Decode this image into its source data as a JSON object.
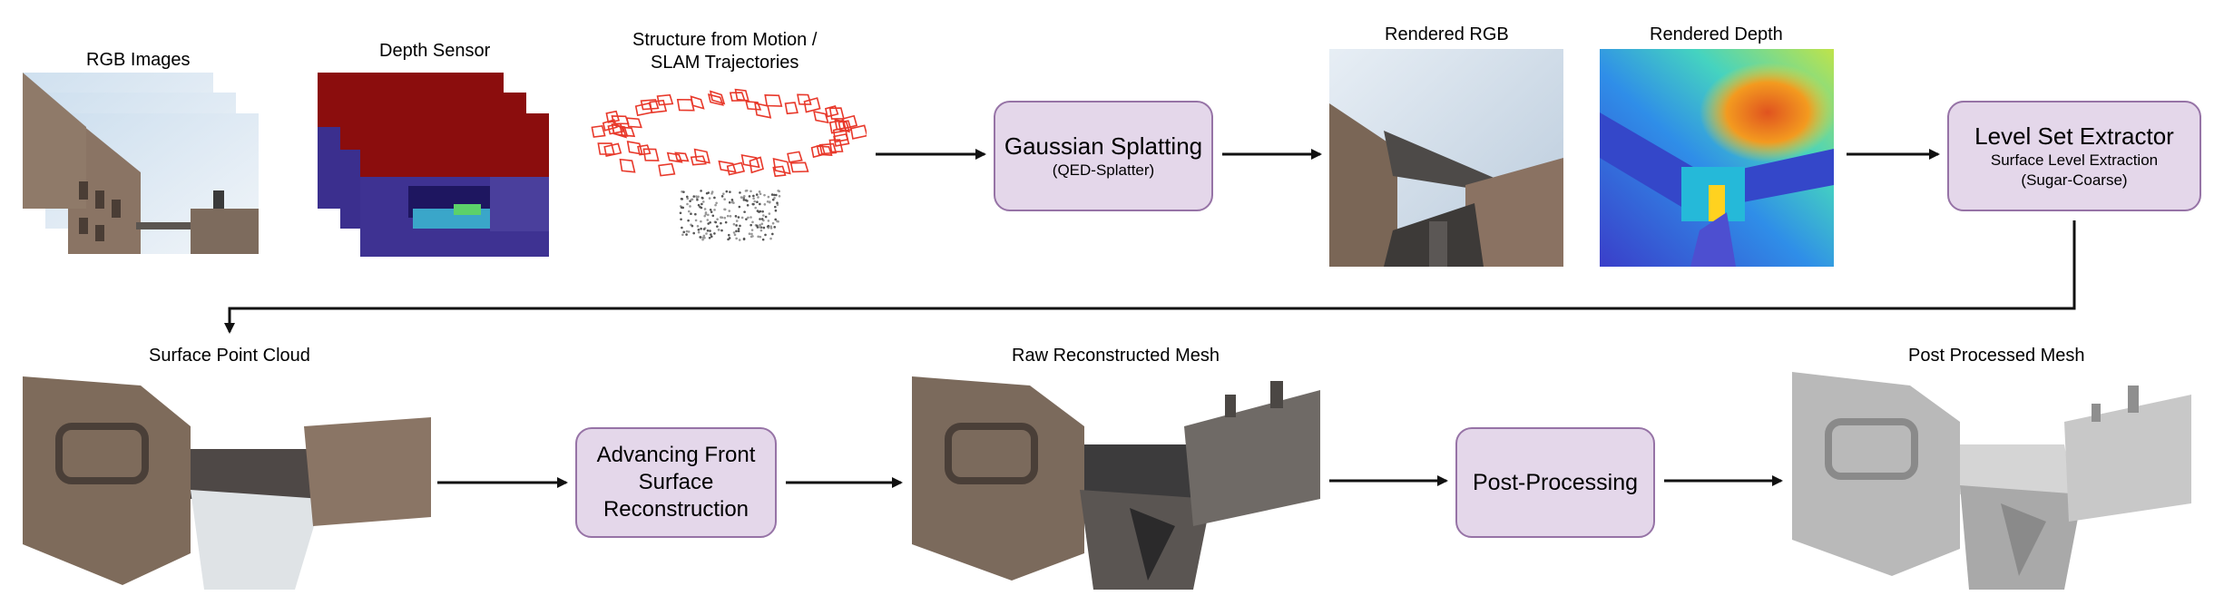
{
  "inputs": {
    "rgb_images": "RGB Images",
    "depth_sensor": "Depth Sensor",
    "sfm_line1": "Structure from Motion /",
    "sfm_line2": "SLAM Trajectories"
  },
  "nodes": {
    "gaussian_splatting": {
      "title": "Gaussian Splatting",
      "subtitle": "(QED-Splatter)"
    },
    "level_set": {
      "title": "Level Set Extractor",
      "subtitle1": "Surface Level Extraction",
      "subtitle2": "(Sugar-Coarse)"
    },
    "advancing_front": {
      "line1": "Advancing Front",
      "line2": "Surface",
      "line3": "Reconstruction"
    },
    "post_processing": {
      "title": "Post-Processing"
    }
  },
  "outputs": {
    "rendered_rgb": "Rendered RGB",
    "rendered_depth": "Rendered Depth",
    "surface_point_cloud": "Surface Point Cloud",
    "raw_mesh": "Raw Reconstructed Mesh",
    "post_mesh": "Post Processed Mesh"
  },
  "colors": {
    "node_fill": "#e4d7ea",
    "node_border": "#9673a6",
    "arrow": "#111111",
    "depth_red": "#8b0d0d",
    "depth_blue": "#3b2f8e",
    "camera_red": "#e8392b"
  }
}
